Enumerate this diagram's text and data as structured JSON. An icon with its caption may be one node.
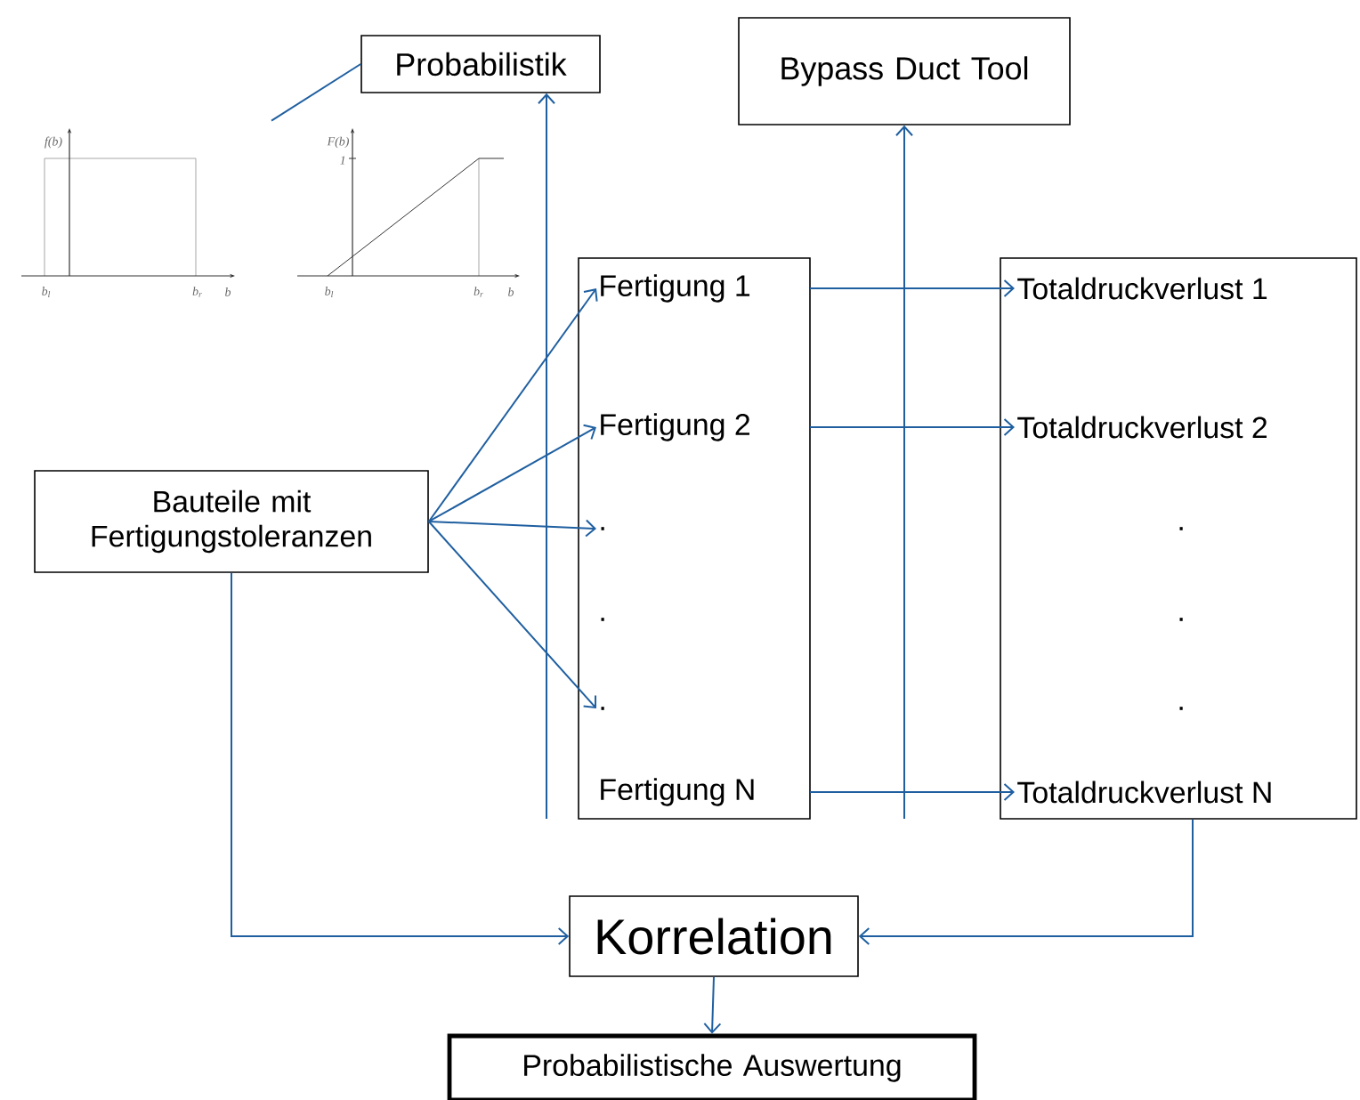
{
  "diagram": {
    "nodes": [
      {
        "text": [
          "Probabilistik"
        ]
      },
      {
        "text": [
          "Bypass Duct Tool"
        ]
      },
      {
        "text": [
          "Bauteile mit Fertigungstoleranzen"
        ]
      },
      {
        "text": [],
        "shape": "box"
      },
      {
        "text": [
          "Fertigung 1"
        ],
        "in": 3
      },
      {
        "text": [
          "Fertigung 2"
        ],
        "in": 3
      },
      {
        "text": [
          "."
        ],
        "in": 3
      },
      {
        "text": [
          "."
        ],
        "in": 3
      },
      {
        "text": [
          "."
        ],
        "in": 3
      },
      {
        "text": [
          "Fertigung N"
        ],
        "in": 3
      },
      {
        "text": [],
        "shape": "box"
      },
      {
        "text": [
          "Totaldruckverlust 1"
        ],
        "in": 10
      },
      {
        "text": [
          "Totaldruckverlust 2"
        ],
        "in": 10
      },
      {
        "text": [
          "."
        ],
        "in": 10
      },
      {
        "text": [
          "."
        ],
        "in": 10
      },
      {
        "text": [
          "."
        ],
        "in": 10
      },
      {
        "text": [
          "Totaldruckverlust N"
        ],
        "in": 10
      },
      {
        "text": [
          "Korrelation"
        ]
      },
      {
        "text": [
          "Probabilistische Auswertung"
        ]
      },
      {
        "text": [],
        "shape": "picture"
      }
    ],
    "edges": [
      {
        "from": 2,
        "to": 4,
        "arrow": "to"
      },
      {
        "from": 2,
        "to": 5,
        "arrow": "to"
      },
      {
        "from": 2,
        "to": 6,
        "arrow": "to"
      },
      {
        "from": 2,
        "to": 8,
        "arrow": "to"
      },
      {
        "from": 4,
        "to": 11,
        "arrow": "to"
      },
      {
        "from": 5,
        "to": 12,
        "arrow": "to"
      },
      {
        "from": 9,
        "to": 16,
        "arrow": "to"
      },
      {
        "from": null,
        "to": 0,
        "arrow": "to"
      },
      {
        "from": null,
        "to": 1,
        "arrow": "to"
      },
      {
        "from": 0,
        "to": 19,
        "arrow": "none"
      },
      {
        "from": 2,
        "to": 17,
        "arrow": "to"
      },
      {
        "from": 10,
        "to": 17,
        "arrow": "to"
      },
      {
        "from": 17,
        "to": 18,
        "arrow": "to"
      }
    ],
    "labels": [
      "f(b)",
      "b$_{l}$",
      "b$_{r}$",
      "b",
      "F(b)",
      "1",
      "b$_{l}$",
      "b$_{r}$",
      "b"
    ]
  }
}
